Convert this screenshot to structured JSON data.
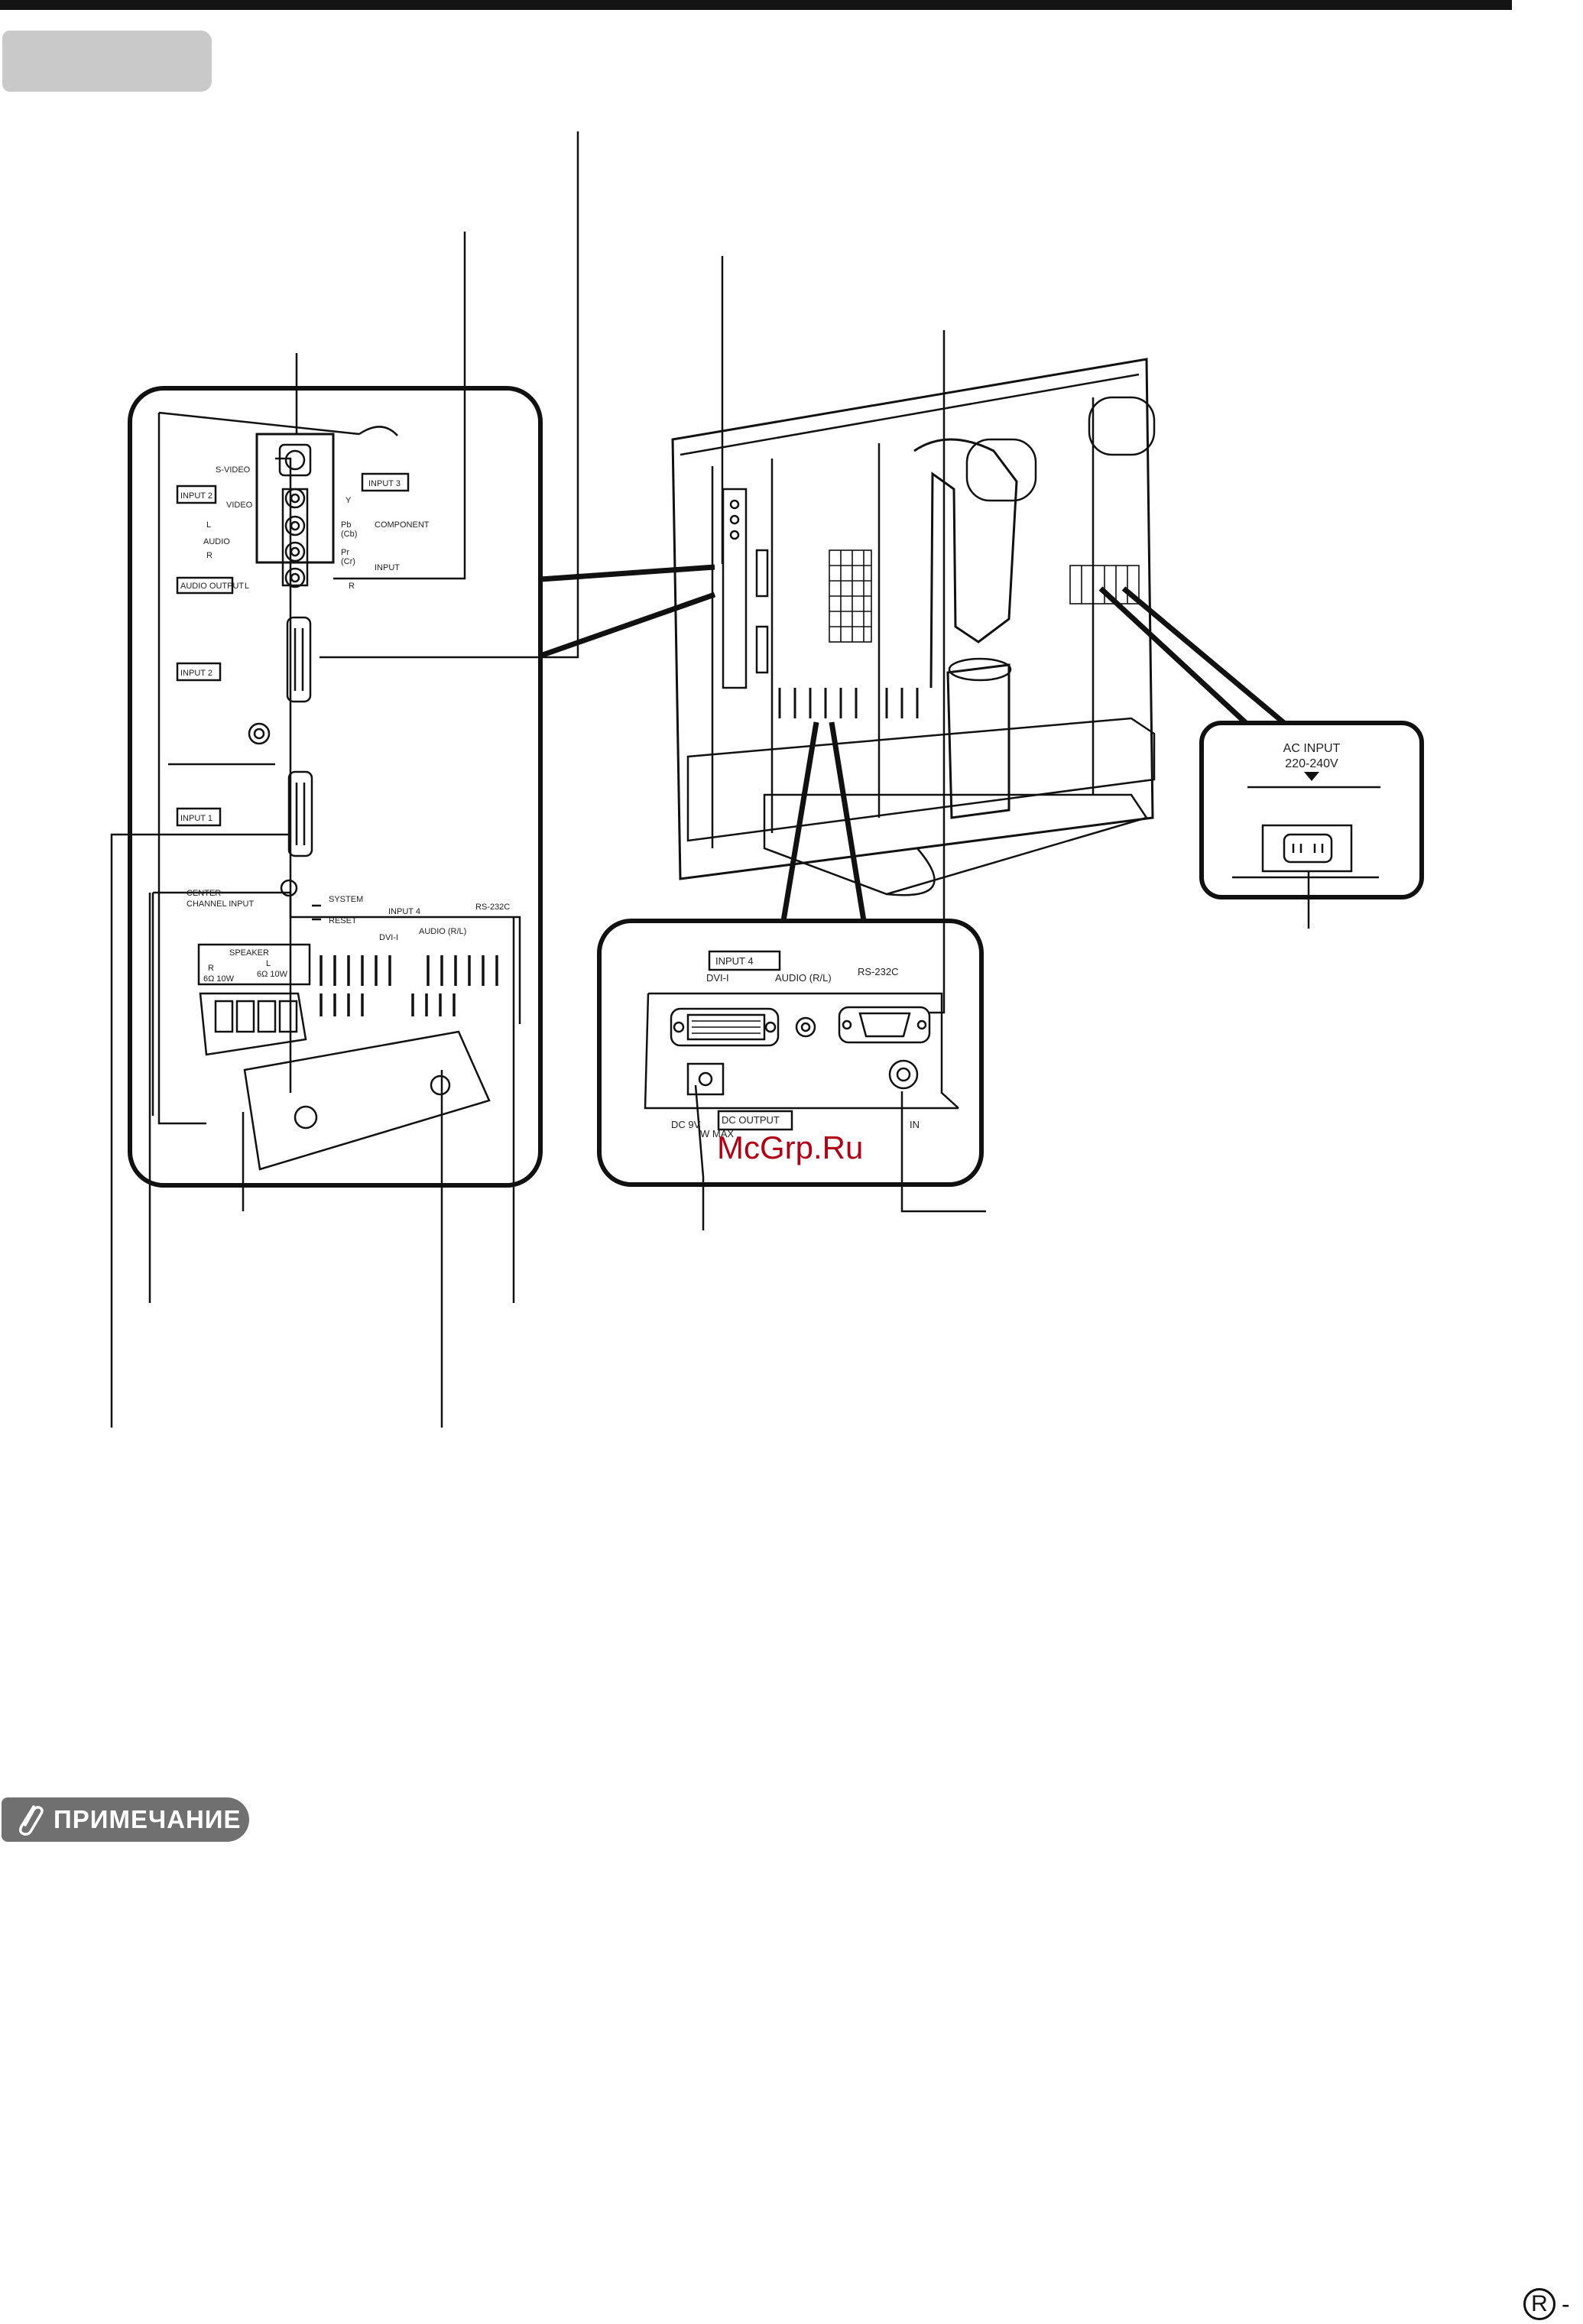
{
  "section_tab": "",
  "watermark": "McGrp.Ru",
  "note_label": "ПРИМЕЧАНИЕ",
  "footer_mark": "R",
  "footer_dash": "-",
  "colors": {
    "top_bar": "#141414",
    "tab": "#c9c9c9",
    "note_badge": "#707070",
    "watermark": "#b00018"
  },
  "panel_left": {
    "svideo": "S-VIDEO",
    "input3": "INPUT 3",
    "video": "VIDEO",
    "l": "L",
    "audio": "AUDIO",
    "r": "R",
    "input2_top": "INPUT 2",
    "y": "Y",
    "pb": "Pb",
    "cb": "(Cb)",
    "pr": "Pr",
    "cr": "(Cr)",
    "component": "COMPONENT",
    "audio_output": "AUDIO OUTPUT",
    "l_out": "L",
    "r_out": "R",
    "input_out": "INPUT",
    "input2": "INPUT 2",
    "input1": "INPUT 1",
    "center_channel": "CENTER",
    "channel_input": "CHANNEL INPUT",
    "system": "SYSTEM",
    "reset": "RESET",
    "input4_small": "INPUT 4",
    "dvi_small": "DVI-I",
    "audio_rl_small": "AUDIO (R/L)",
    "rs232_small": "RS-232C",
    "speaker": "SPEAKER",
    "r_speaker": "R",
    "l_speaker": "L",
    "ohm_r": "6Ω 10W",
    "ohm_l": "6Ω 10W"
  },
  "panel_mid": {
    "input4": "INPUT 4",
    "dvi": "DVI-I",
    "audio_rl": "AUDIO (R/L)",
    "rs232": "RS-232C",
    "dc_output": "DC OUTPUT",
    "dc_spec": "DC 9V",
    "dc_max": "W MAX",
    "in": "IN"
  },
  "panel_right": {
    "ac_input": "AC INPUT",
    "voltage": "220-240V"
  }
}
